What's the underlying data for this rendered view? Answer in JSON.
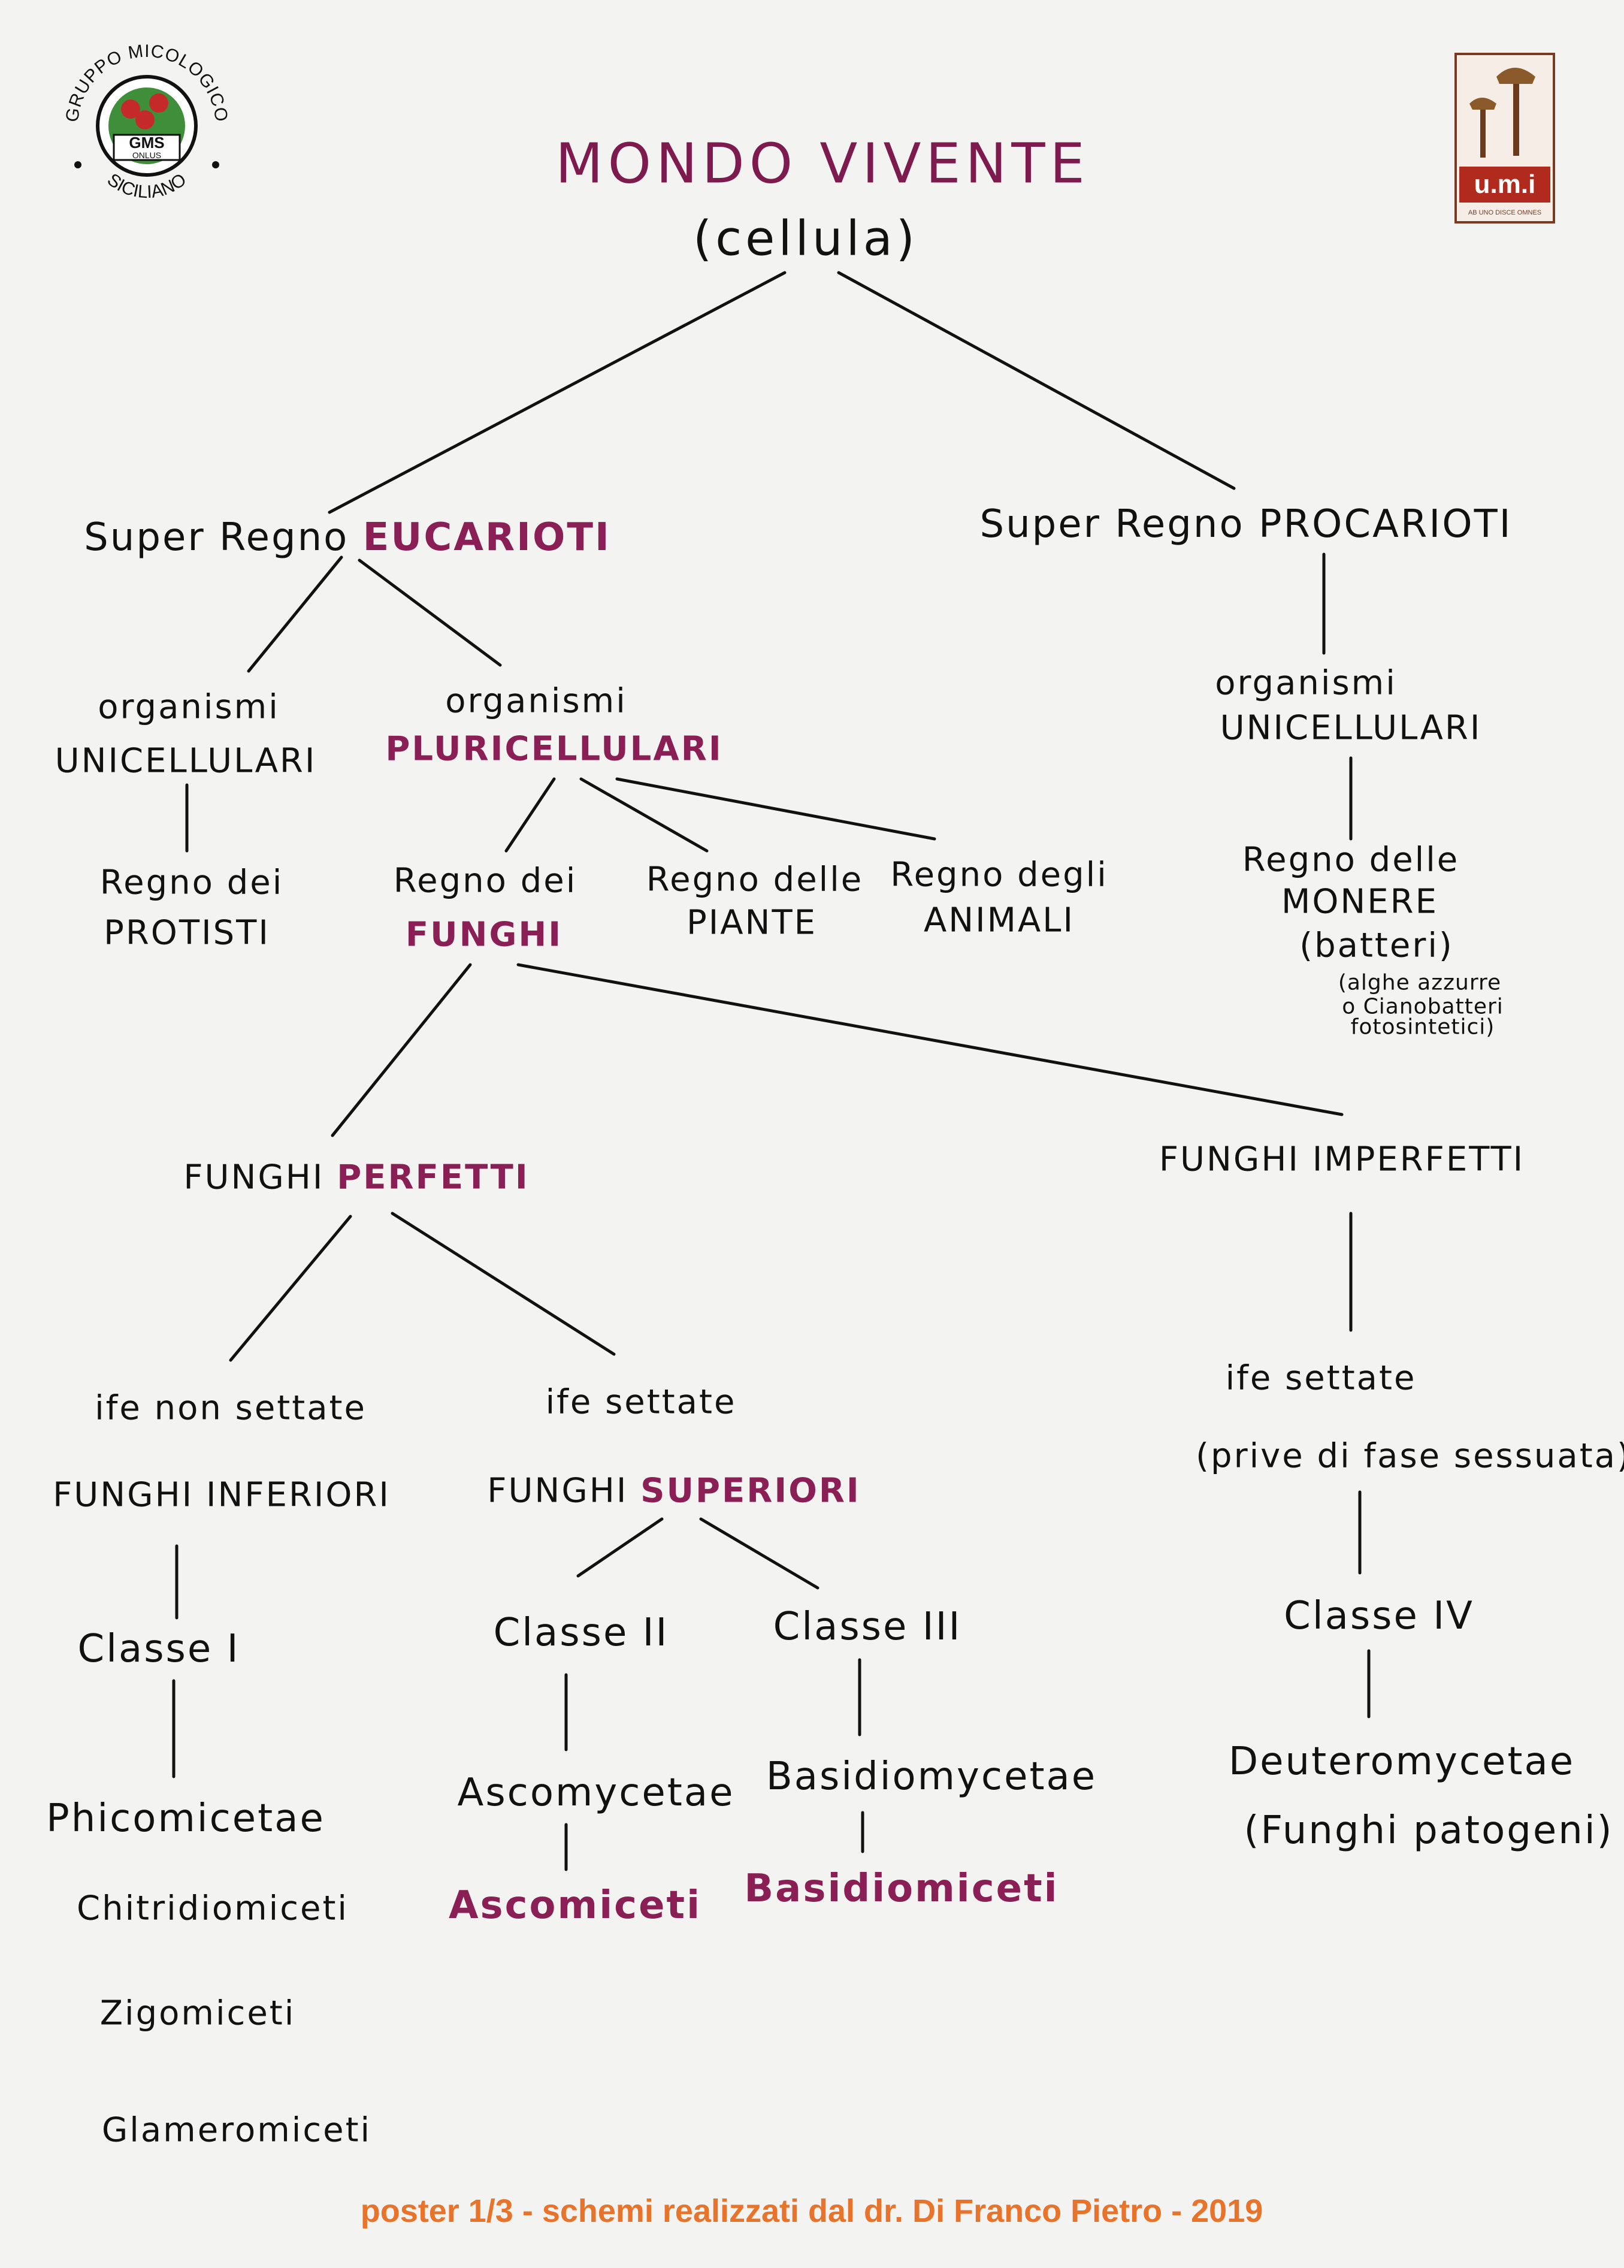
{
  "logos": {
    "left": {
      "top_text": "GRUPPO MICOLOGICO",
      "bottom_text": "SICILIANO",
      "center_main": "GMS",
      "center_sub": "ONLUS"
    },
    "right": {
      "text": "u.m.i",
      "motto": "AB UNO DISCE OMNES"
    }
  },
  "colors": {
    "ink": "#111111",
    "accent": "#8a1f55",
    "footer": "#e8732a"
  },
  "root": {
    "title": "MONDO VIVENTE",
    "subtitle": "(cellula)"
  },
  "eucarioti": {
    "prefix": "Super Regno",
    "name": "EUCARIOTI"
  },
  "procarioti": {
    "prefix": "Super Regno",
    "name": "PROCARIOTI"
  },
  "euk_unicellulari": {
    "line1": "organismi",
    "line2": "UNICELLULARI"
  },
  "pluricellulari": {
    "line1": "organismi",
    "line2": "PLURICELLULARI"
  },
  "pro_unicellulari": {
    "line1": "organismi",
    "line2": "UNICELLULARI"
  },
  "protisti": {
    "line1": "Regno dei",
    "line2": "PROTISTI"
  },
  "funghi": {
    "line1": "Regno dei",
    "line2": "FUNGHI"
  },
  "piante": {
    "line1": "Regno delle",
    "line2": "PIANTE"
  },
  "animali": {
    "line1": "Regno degli",
    "line2": "ANIMALI"
  },
  "monere": {
    "line1": "Regno delle",
    "line2": "MONERE",
    "line3": "(batteri)",
    "note1": "(alghe azzurre",
    "note2": "o Cianobatteri",
    "note3": "fotosintetici)"
  },
  "perfetti": {
    "prefix": "FUNGHI",
    "name": "PERFETTI"
  },
  "imperfetti": {
    "text": "FUNGHI IMPERFETTI"
  },
  "non_settate": {
    "line1": "ife non settate",
    "line2": "FUNGHI INFERIORI"
  },
  "settate": {
    "line1": "ife settate",
    "line2_prefix": "FUNGHI",
    "line2_name": "SUPERIORI"
  },
  "imp_settate": {
    "line1": "ife settate",
    "line2": "(prive di fase sessuata)"
  },
  "classe1": {
    "text": "Classe I"
  },
  "classe2": {
    "text": "Classe II"
  },
  "classe3": {
    "text": "Classe III"
  },
  "classe4": {
    "text": "Classe IV"
  },
  "phicomicetae": {
    "name": "Phicomicetae",
    "items": [
      "Chitridiomiceti",
      "Zigomiceti",
      "Glameromiceti"
    ]
  },
  "ascomycetae": {
    "name": "Ascomycetae",
    "common": "Ascomiceti"
  },
  "basidiomycetae": {
    "name": "Basidiomycetae",
    "common": "Basidiomiceti"
  },
  "deuteromycetae": {
    "name": "Deuteromycetae",
    "common": "(Funghi patogeni)"
  },
  "footer": "poster 1/3 - schemi realizzati dal dr. Di Franco Pietro  - 2019"
}
